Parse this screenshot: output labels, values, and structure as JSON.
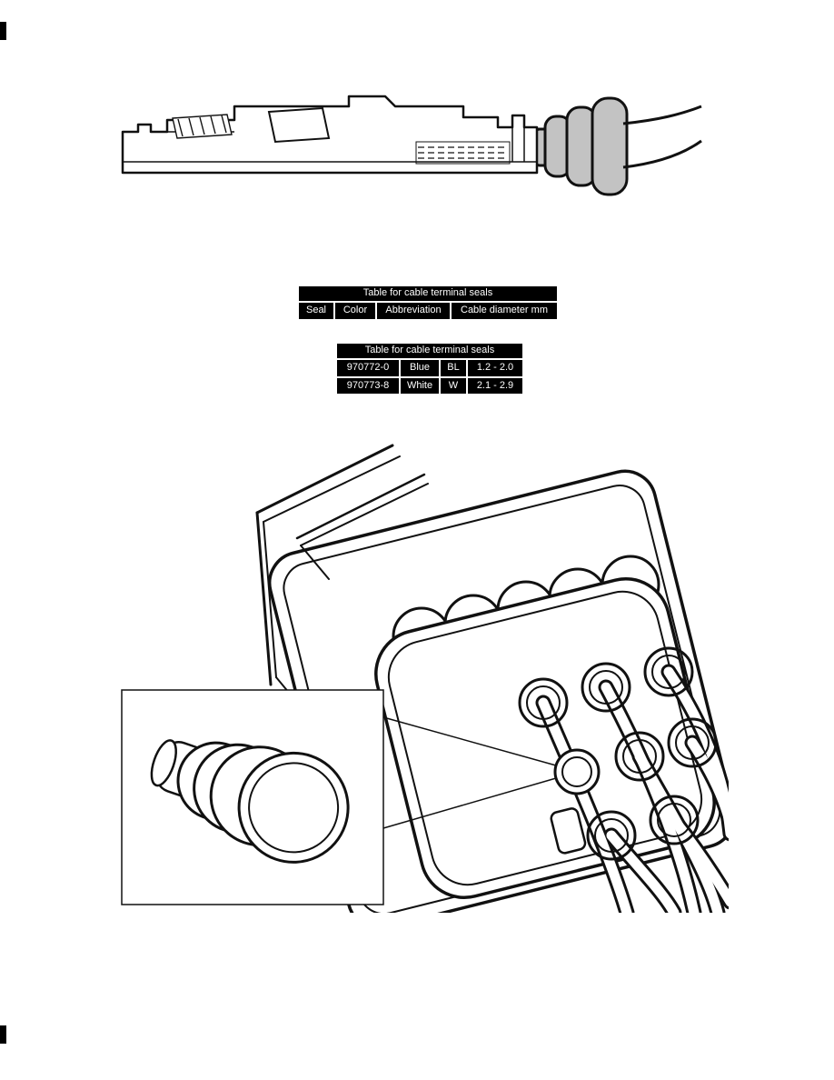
{
  "document": {
    "background": "#ffffff"
  },
  "tables": {
    "header_table": {
      "title": "Table for cable terminal seals",
      "columns": [
        "Seal",
        "Color",
        "Abbreviation",
        "Cable diameter mm"
      ]
    },
    "values_table": {
      "title": "Table for cable terminal seals",
      "rows": [
        [
          "970772-0",
          "Blue",
          "BL",
          "1.2 - 2.0"
        ],
        [
          "970773-8",
          "White",
          "W",
          "2.1 - 2.9"
        ]
      ]
    }
  },
  "figures": {
    "terminal_figure": "cable terminal with ribbed rubber seal and wire, side view line drawing",
    "connector_figure": "connector housing with cable seals and wires, with magnified seal plug inset"
  },
  "colors": {
    "table_background": "#000000",
    "table_text": "#ffffff",
    "seal_gray": "#c3c3c3",
    "line": "#111111",
    "page": "#ffffff"
  }
}
